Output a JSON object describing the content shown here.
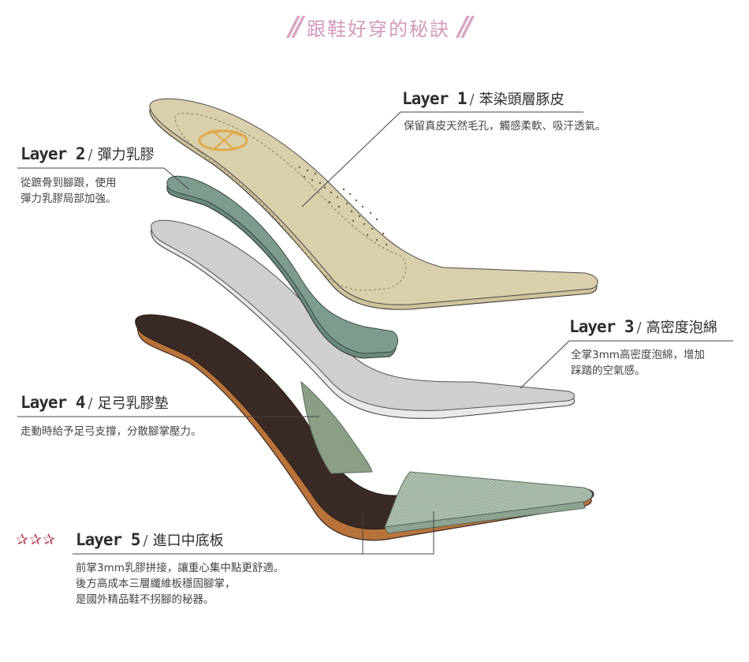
{
  "title": "跟鞋好穿的秘訣",
  "layers": [
    {
      "tag": "Layer 1",
      "name": "苯染頭層豚皮",
      "desc": [
        "保留真皮天然毛孔，觸感柔軟、吸汗透氣。"
      ]
    },
    {
      "tag": "Layer 2",
      "name": "彈力乳膠",
      "desc": [
        "從蹠骨到腳跟，使用",
        "彈力乳膠局部加強。"
      ]
    },
    {
      "tag": "Layer 3",
      "name": "高密度泡綿",
      "desc": [
        "全掌3mm高密度泡綿，增加",
        "踩踏的空氣感。"
      ]
    },
    {
      "tag": "Layer 4",
      "name": "足弓乳膠墊",
      "desc": [
        "走動時給予足弓支撐，分散腳掌壓力。"
      ]
    },
    {
      "tag": "Layer 5",
      "name": "進口中底板",
      "desc": [
        "前掌3mm乳膠拼接，讓重心集中點更舒適。",
        "後方高成本三層纖維板穩固腳掌，",
        "是國外精品鞋不拐腳的秘器。"
      ]
    }
  ],
  "colors": {
    "title": "#d49abb",
    "leather": "#d6cba4",
    "latex": "#7e9c8e",
    "foam": "#cfcfcf",
    "board": "#3a2a25",
    "board_edge": "#b8733a",
    "forefoot": "#9aad9c",
    "arch": "#8a9f86",
    "star": "#b5495b"
  }
}
